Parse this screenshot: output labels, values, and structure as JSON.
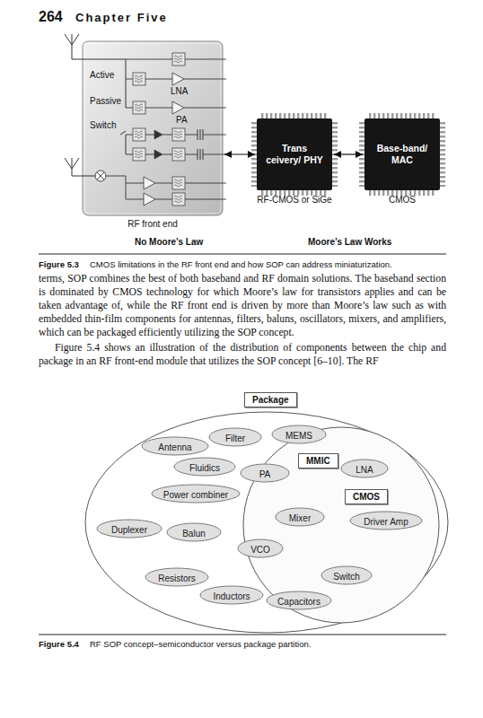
{
  "diagram": {
    "nodes": [
      {
        "text": [
          "RF front end"
        ]
      },
      {
        "text": [
          "Trans ceivery/ PHY",
          "RF-CMOS or SiGe"
        ]
      },
      {
        "text": [
          "Base-band/ MAC",
          "CMOS"
        ]
      },
      {
        "text": [
          "Package"
        ]
      },
      {
        "text": [
          "MMIC",
          "CMOS"
        ],
        "in": 3
      },
      {
        "text": [
          "Antenna"
        ],
        "in": 3
      },
      {
        "text": [
          "Filter"
        ],
        "in": 3
      },
      {
        "text": [
          "MEMS"
        ],
        "in": 3
      },
      {
        "text": [
          "Fluidics"
        ],
        "in": 3
      },
      {
        "text": [
          "PA"
        ],
        "in": 4
      },
      {
        "text": [
          "LNA"
        ],
        "in": 4
      },
      {
        "text": [
          "Power combiner"
        ],
        "in": 3
      },
      {
        "text": [
          "Mixer"
        ],
        "in": 4
      },
      {
        "text": [
          "Driver Amp"
        ],
        "in": 4
      },
      {
        "text": [
          "Duplexer"
        ],
        "in": 3
      },
      {
        "text": [
          "Balun"
        ],
        "in": 3
      },
      {
        "text": [
          "VCO"
        ],
        "in": 4
      },
      {
        "text": [
          "Switch"
        ],
        "in": 4
      },
      {
        "text": [
          "Resistors"
        ],
        "in": 3
      },
      {
        "text": [
          "Inductors"
        ],
        "in": 3
      },
      {
        "text": [
          "Capacitors"
        ],
        "in": 4
      }
    ],
    "edges": [
      {
        "from": 0,
        "to": 1,
        "arrow": "both"
      },
      {
        "from": 1,
        "to": 2,
        "arrow": "both"
      }
    ],
    "labels": [
      "264",
      "Chapter Five",
      "Active",
      "Passive",
      "LNA",
      "PA",
      "Switch",
      "No Moore’s Law",
      "Moore’s Law Works",
      "Figure 5.3",
      "CMOS limitations in the RF front end and how SOP can address miniaturization.",
      "terms, SOP combines the best of both baseband and RF domain solutions. The baseband section is dominated by CMOS technology for which Moore’s law for transistors applies and can be taken advantage of, while the RF front end is driven by more than Moore’s law such as with embedded thin-film components for antennas, filters, baluns, oscillators, mixers, and amplifiers, which can be packaged efficiently utilizing the SOP concept.",
      "Figure 5.4 shows an illustration of the distribution of components between the chip and package in an RF front-end module that utilizes the SOP concept [6–10]. The RF",
      "Figure 5.4",
      "RF SOP concept–semiconductor versus package partition."
    ]
  }
}
